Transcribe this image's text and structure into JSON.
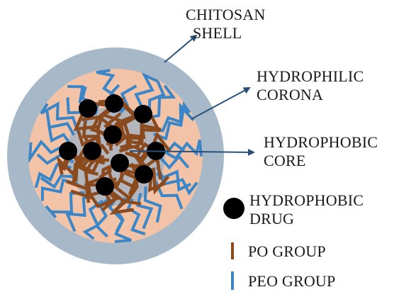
{
  "labels": {
    "chitosan_shell": [
      "CHITOSAN",
      "SHELL"
    ],
    "hydrophilic_corona": [
      "HYDROPHILIC",
      "CORONA"
    ],
    "hydrophobic_core": [
      "HYDROPHOBIC",
      "CORE"
    ]
  },
  "legend": {
    "drug": [
      "HYDROPHOBIC",
      "DRUG"
    ],
    "po": "PO GROUP",
    "peo": "PEO GROUP"
  },
  "colors": {
    "shell": "#a7b9c9",
    "corona": "#f2c3a6",
    "core": "#b4b6bd",
    "po": "#8a4a1e",
    "peo": "#3a86c8",
    "drug": "#000000",
    "arrow": "#2a4f78"
  }
}
